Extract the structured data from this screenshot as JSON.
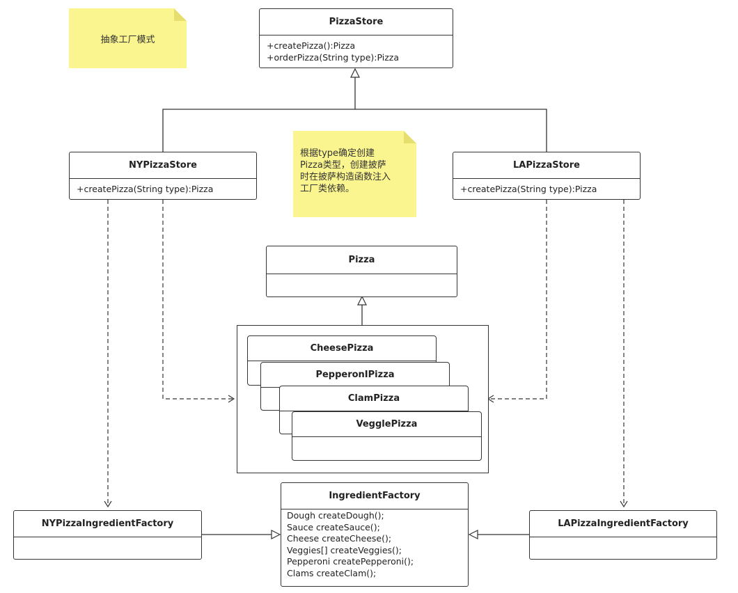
{
  "notes": {
    "title_note": "抽象工厂模式",
    "info_note_lines": [
      "根据type确定创建",
      "Pizza类型，创建披萨",
      "时在披萨构造函数注入",
      "工厂类依赖。"
    ]
  },
  "classes": {
    "pizza_store": {
      "name": "PizzaStore",
      "methods": [
        "+createPizza():Pizza",
        "+orderPizza(String type):Pizza"
      ]
    },
    "ny_pizza_store": {
      "name": "NYPizzaStore",
      "methods": [
        "+createPizza(String type):Pizza"
      ]
    },
    "la_pizza_store": {
      "name": "LAPizzaStore",
      "methods": [
        "+createPizza(String type):Pizza"
      ]
    },
    "pizza": {
      "name": "Pizza"
    },
    "cheese_pizza": {
      "name": "CheesePizza"
    },
    "pepperoni_pizza": {
      "name": "PepperonIPizza"
    },
    "clam_pizza": {
      "name": "ClamPizza"
    },
    "veggie_pizza": {
      "name": "VegglePizza"
    },
    "ingredient_factory": {
      "name": "IngredientFactory",
      "methods": [
        "Dough createDough();",
        "Sauce createSauce();",
        "Cheese createCheese();",
        "Veggies[] createVeggies();",
        "Pepperoni createPepperoni();",
        "Clams createClam();"
      ]
    },
    "ny_ingredient_factory": {
      "name": "NYPizzaIngredientFactory"
    },
    "la_ingredient_factory": {
      "name": "LAPizzaIngredientFactory"
    }
  }
}
